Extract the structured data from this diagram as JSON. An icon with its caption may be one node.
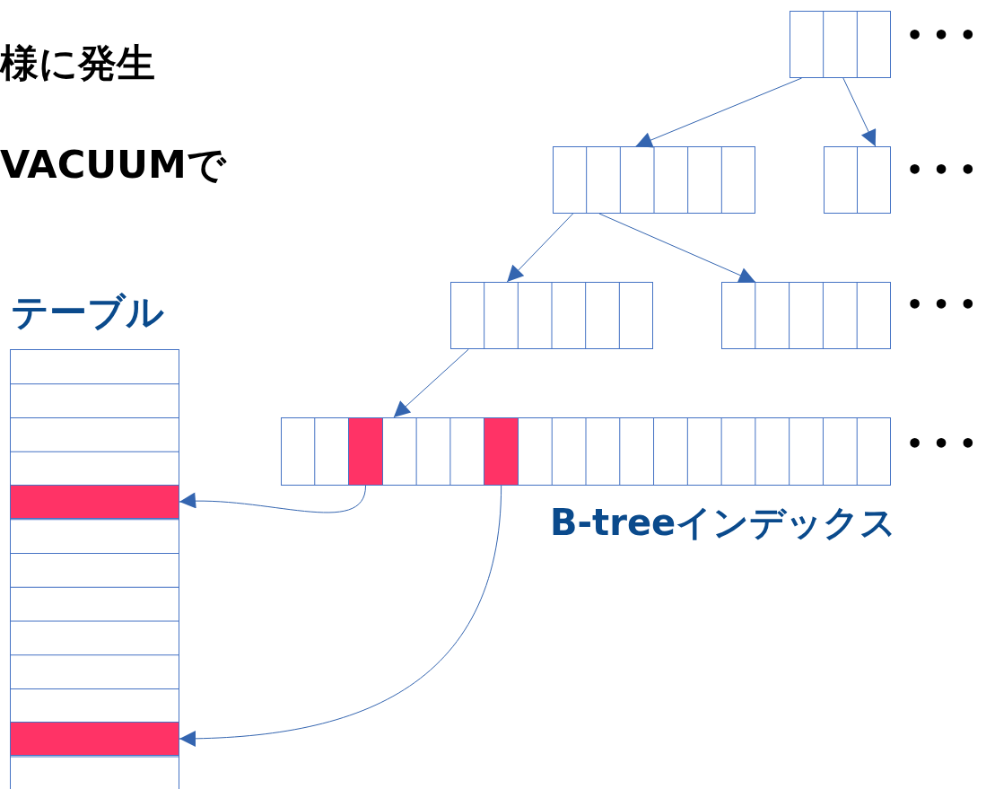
{
  "diagram": {
    "nodes": [
      {
        "text": [],
        "shape": "box",
        "beside": [
          "• • •"
        ]
      },
      {
        "text": [],
        "shape": "box"
      },
      {
        "text": [],
        "shape": "box",
        "beside": [
          "• • •"
        ]
      },
      {
        "text": [],
        "shape": "box"
      },
      {
        "text": [],
        "shape": "box",
        "beside": [
          "• • •"
        ]
      },
      {
        "text": [],
        "shape": "box",
        "beside": [
          "• • •",
          "B-treeインデックス"
        ]
      },
      {
        "text": [],
        "shape": "box",
        "in": 5
      },
      {
        "text": [],
        "shape": "box",
        "in": 5
      },
      {
        "text": [],
        "shape": "box",
        "beside": [
          "テーブル"
        ]
      },
      {
        "text": [],
        "shape": "box",
        "in": 8
      },
      {
        "text": [],
        "shape": "box",
        "in": 8
      }
    ],
    "edges": [
      {
        "from": 0,
        "to": 1,
        "arrow": "to"
      },
      {
        "from": 0,
        "to": 2,
        "arrow": "to"
      },
      {
        "from": 1,
        "to": 3,
        "arrow": "to"
      },
      {
        "from": 1,
        "to": 4,
        "arrow": "to"
      },
      {
        "from": 3,
        "to": 5,
        "arrow": "to"
      },
      {
        "from": 6,
        "to": 9,
        "arrow": "to"
      },
      {
        "from": 7,
        "to": 10,
        "arrow": "to"
      }
    ],
    "labels": [
      "様に発生",
      "VACUUMで"
    ]
  }
}
